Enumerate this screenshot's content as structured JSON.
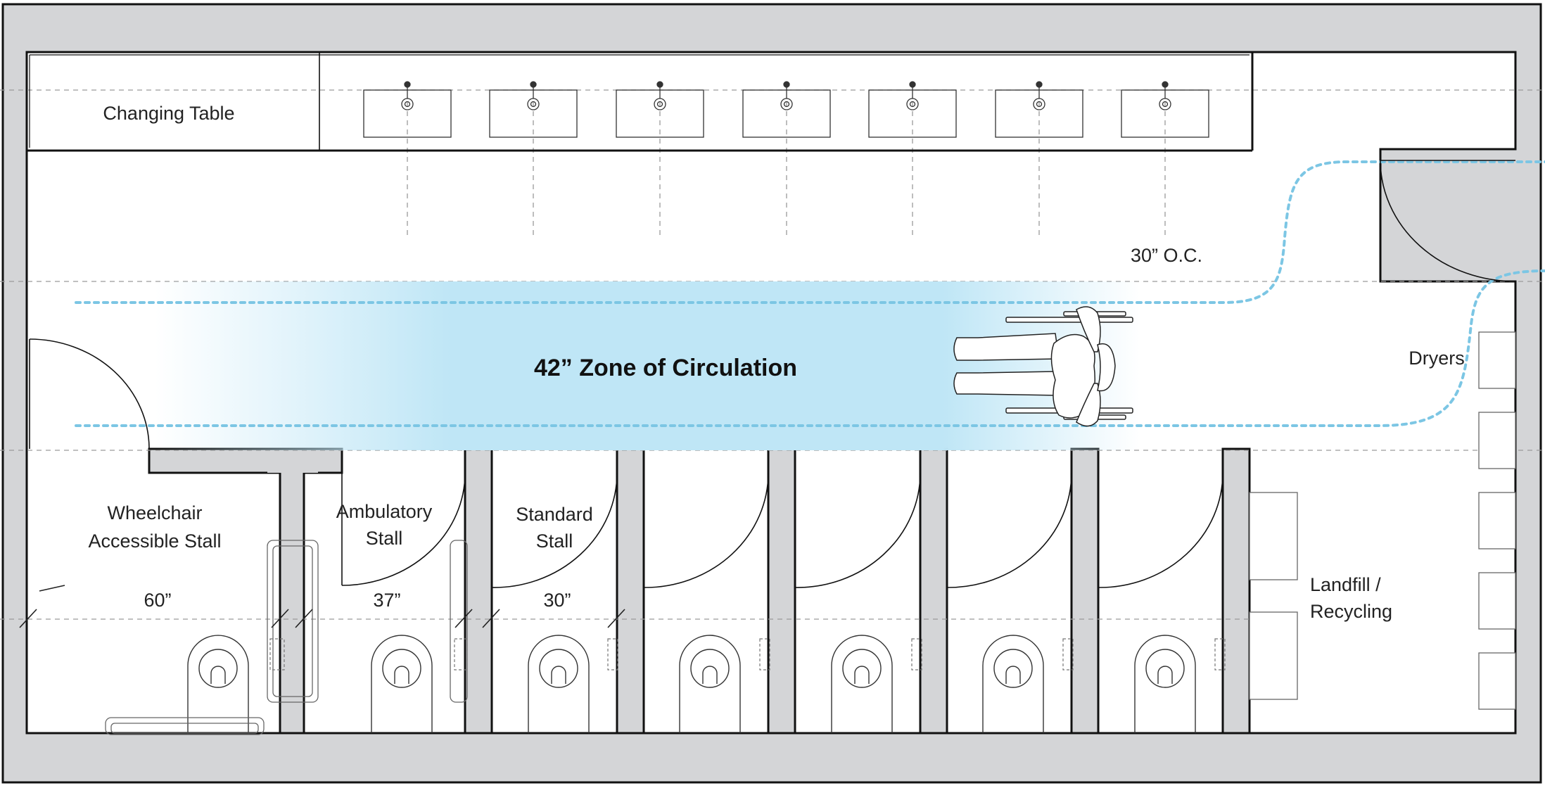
{
  "labels": {
    "changing_table": "Changing Table",
    "oc_spacing": "30” O.C.",
    "circulation_zone": "42” Zone of Circulation",
    "dryers": "Dryers",
    "wheelchair_stall_line1": "Wheelchair",
    "wheelchair_stall_line2": "Accessible Stall",
    "ambulatory_stall_line1": "Ambulatory",
    "ambulatory_stall_line2": "Stall",
    "standard_stall_line1": "Standard",
    "standard_stall_line2": "Stall",
    "landfill_line1": "Landfill /",
    "landfill_line2": "Recycling",
    "dim_wheelchair": "60”",
    "dim_ambulatory": "37”",
    "dim_standard": "30”"
  },
  "colors": {
    "wall_fill": "#d4d5d7",
    "line": "#111111",
    "thin_line": "#555555",
    "dashed_guide": "#999999",
    "circulation_path": "#7cc6e4",
    "circulation_zone": "#bfe6f6"
  }
}
